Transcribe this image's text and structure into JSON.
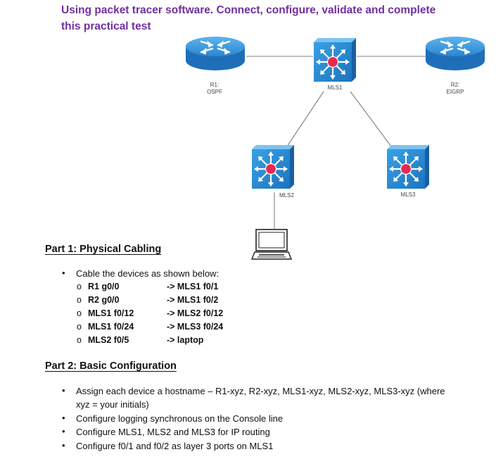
{
  "title": "Using packet tracer software. Connect, configure, validate and complete this practical test",
  "diagram": {
    "devices": [
      {
        "id": "r1",
        "type": "router",
        "label_line1": "R1:",
        "label_line2": "OSPF"
      },
      {
        "id": "mls1",
        "type": "multilayer-switch",
        "label_line1": "MLS1",
        "label_line2": ""
      },
      {
        "id": "r2",
        "type": "router",
        "label_line1": "R2:",
        "label_line2": "EIGRP"
      },
      {
        "id": "mls2",
        "type": "multilayer-switch",
        "label_line1": "MLS2",
        "label_line2": ""
      },
      {
        "id": "mls3",
        "type": "multilayer-switch",
        "label_line1": "MLS3",
        "label_line2": ""
      },
      {
        "id": "laptop",
        "type": "laptop",
        "label_line1": "",
        "label_line2": ""
      }
    ],
    "colors": {
      "device_blue": "#2f8fd8",
      "switch_center": "#e8294f",
      "link": "#555555"
    }
  },
  "part1": {
    "title": "Part 1: Physical Cabling",
    "intro": "Cable the devices as shown below:",
    "marker": "o",
    "connections": [
      {
        "from": "R1 g0/0",
        "to": "-> MLS1 f0/1"
      },
      {
        "from": "R2 g0/0",
        "to": "-> MLS1 f0/2"
      },
      {
        "from": "MLS1 f0/12",
        "to": "-> MLS2 f0/12"
      },
      {
        "from": "MLS1 f0/24",
        "to": "-> MLS3 f0/24"
      },
      {
        "from": "MLS2 f0/5",
        "to": "-> laptop"
      }
    ]
  },
  "part2": {
    "title": "Part 2: Basic Configuration",
    "items": [
      "Assign each device a hostname – R1-xyz, R2-xyz, MLS1-xyz, MLS2-xyz, MLS3-xyz (where xyz = your initials)",
      "Configure logging synchronous on the Console line",
      "Configure MLS1, MLS2 and MLS3 for IP routing",
      "Configure f0/1 and f0/2 as layer 3 ports on MLS1"
    ]
  }
}
